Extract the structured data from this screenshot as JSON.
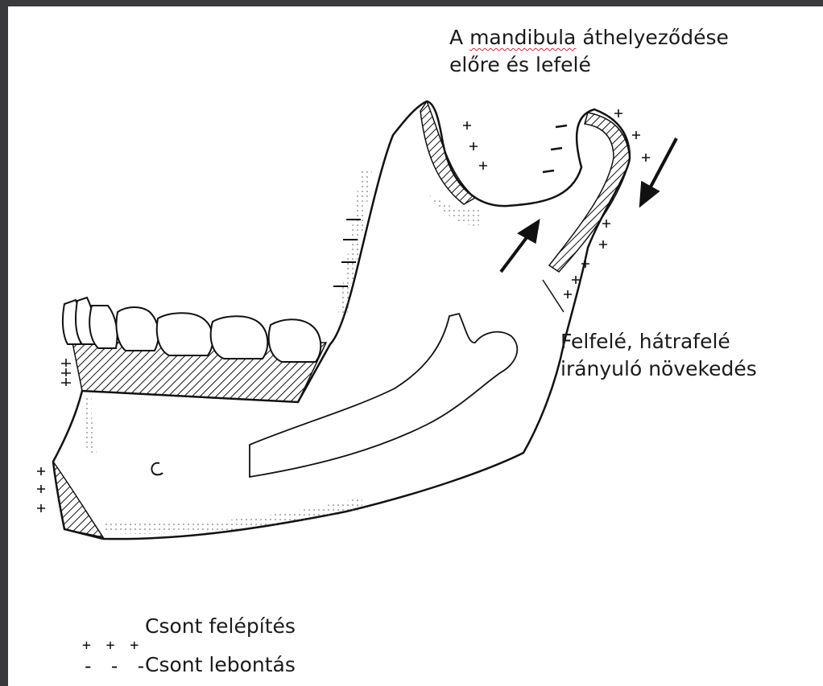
{
  "title": {
    "line1_prefix": "A ",
    "line1_word": "mandibula",
    "line1_suffix": " áthelyeződése",
    "line2": "előre és lefelé"
  },
  "growth_label": {
    "line1": "Felfelé, hátrafelé",
    "line2": "irányuló növekedés"
  },
  "legend": {
    "build_symbol": "+ + +",
    "build_label": "Csont felépítés",
    "resorb_symbol": "- - -",
    "resorb_label": "Csont lebontás"
  },
  "mark_symbols": {
    "deposition": "+",
    "resorption": "−"
  }
}
